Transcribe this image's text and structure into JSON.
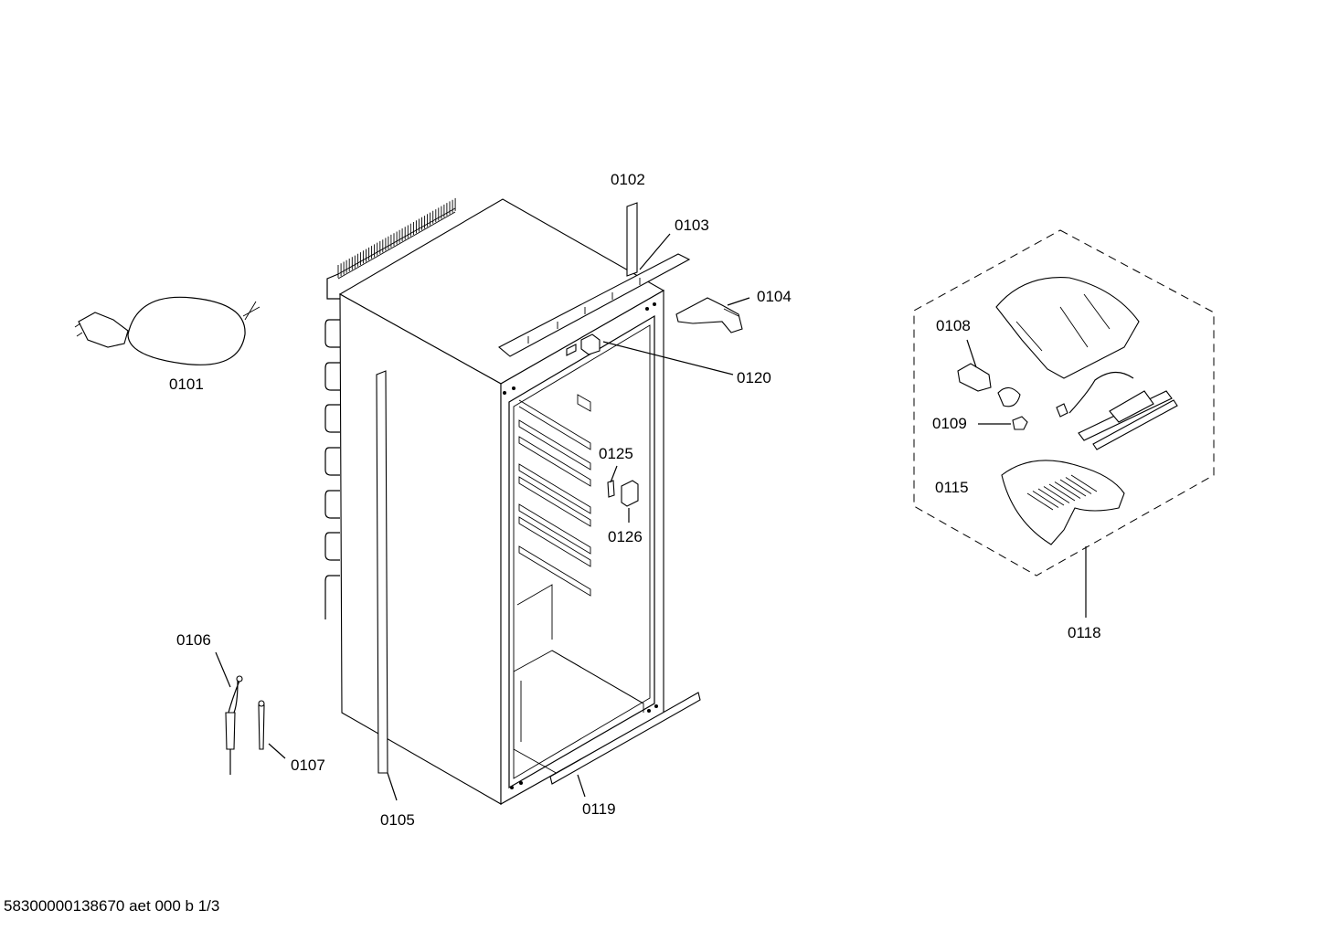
{
  "diagram": {
    "labels": {
      "p0101": "0101",
      "p0102": "0102",
      "p0103": "0103",
      "p0104": "0104",
      "p0105": "0105",
      "p0106": "0106",
      "p0107": "0107",
      "p0108": "0108",
      "p0109": "0109",
      "p0115": "0115",
      "p0118": "0118",
      "p0119": "0119",
      "p0120": "0120",
      "p0125": "0125",
      "p0126": "0126"
    },
    "footer": "58300000138670 aet 000 b 1/3"
  }
}
